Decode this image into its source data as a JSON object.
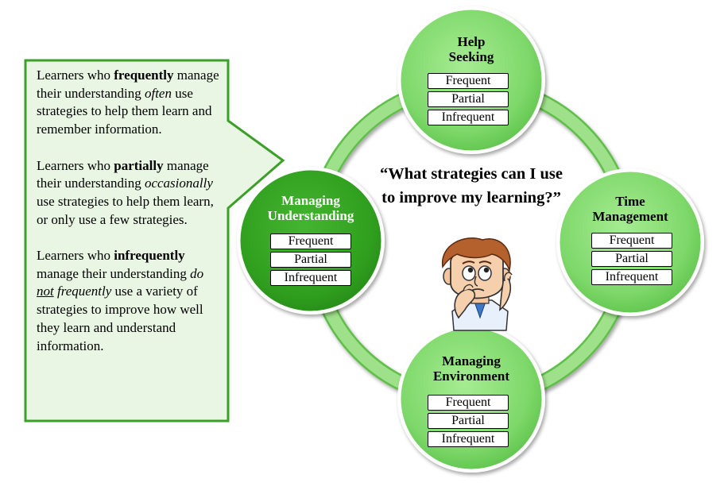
{
  "callout": {
    "p1": {
      "a": "Learners who ",
      "b": "frequently",
      "c": " manage their understanding ",
      "d": "often",
      "e": " use strategies to help them learn and remember information."
    },
    "p2": {
      "a": "Learners who ",
      "b": "partially",
      "c": " manage their understanding ",
      "d": "occasionally",
      "e": " use strategies to help them learn, or only use a few strategies."
    },
    "p3": {
      "a": "Learners who ",
      "b": "infrequently",
      "c": " manage their understanding ",
      "d1": "do ",
      "d2": "not",
      "d3": " frequently",
      "e": " use a variety of strategies to improve how well they learn and understand information."
    }
  },
  "question": "“What strategies can I use to improve my learning?”",
  "nodes": {
    "help_seeking": {
      "title1": "Help",
      "title2": "Seeking",
      "options": [
        "Frequent",
        "Partial",
        "Infrequent"
      ]
    },
    "managing_understanding": {
      "title1": "Managing",
      "title2": "Understanding",
      "options": [
        "Frequent",
        "Partial",
        "Infrequent"
      ]
    },
    "time_management": {
      "title1": "Time",
      "title2": "Management",
      "options": [
        "Frequent",
        "Partial",
        "Infrequent"
      ]
    },
    "managing_environment": {
      "title1": "Managing",
      "title2": "Environment",
      "options": [
        "Frequent",
        "Partial",
        "Infrequent"
      ]
    }
  },
  "colors": {
    "light_green": "#7ed86a",
    "dark_green": "#2f9e1e",
    "ring_green": "#8fdc72",
    "callout_fill": "#e9f6e3",
    "callout_border": "#3aa028"
  }
}
